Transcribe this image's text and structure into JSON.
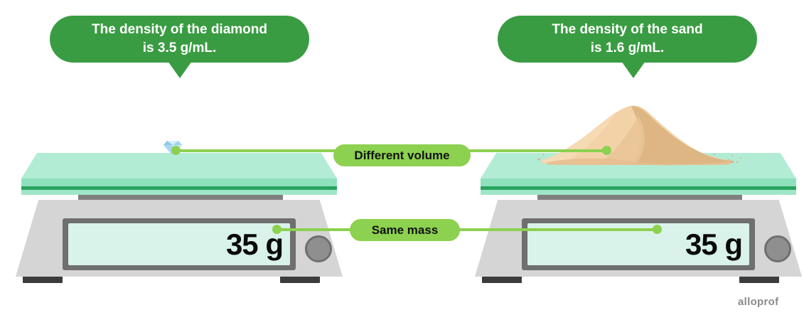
{
  "callouts": {
    "diamond": {
      "line1": "The density of the diamond",
      "line2": "is 3.5 g/mL."
    },
    "sand": {
      "line1": "The density of the sand",
      "line2": "is 1.6 g/mL."
    }
  },
  "badges": {
    "volume": "Different volume",
    "mass": "Same mass"
  },
  "scales": {
    "left": {
      "reading": "35 g",
      "object": "diamond"
    },
    "right": {
      "reading": "35 g",
      "object": "sand-pile"
    }
  },
  "watermark": "alloprof",
  "colors": {
    "bubble_green": "#3a9c42",
    "badge_green": "#8cd14f",
    "connector_green": "#8cd14f",
    "plate_mint": "#b2ecd5",
    "plate_stripe": "#2aa35f",
    "body_gray": "#d5d5d5",
    "display_mint": "#d9f2ea",
    "sand_light": "#f0cfa4",
    "sand_dark": "#d8ae7c",
    "diamond_blue": "#9ed2f0"
  }
}
